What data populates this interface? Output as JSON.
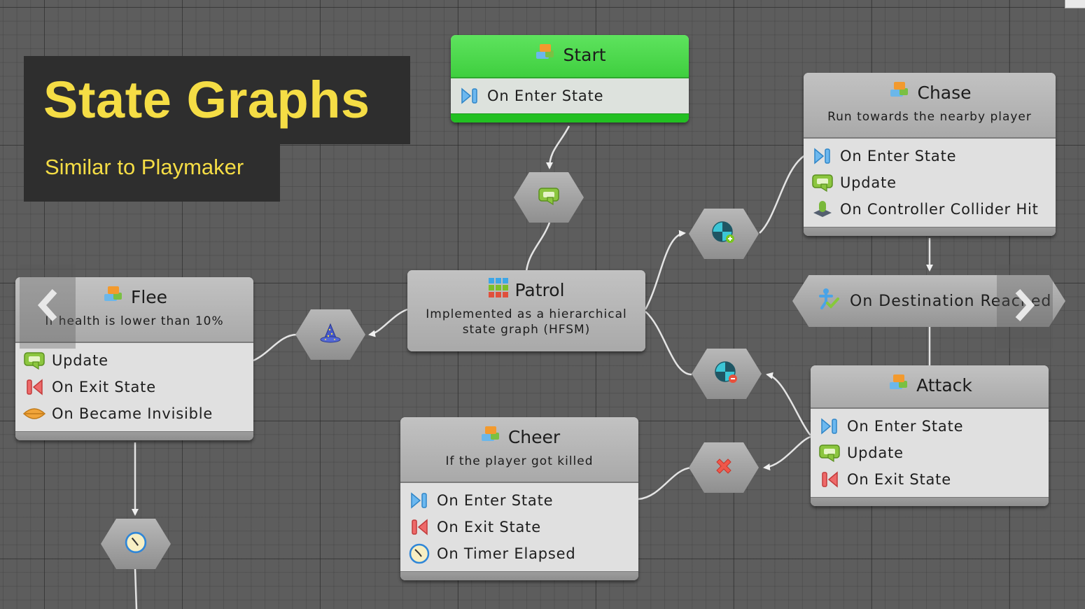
{
  "comment": {
    "title": "State Graphs",
    "subtitle": "Similar to Playmaker",
    "text_color": "#f5dd45"
  },
  "nodes": {
    "start": {
      "title": "Start",
      "icon": "state-blocks-icon",
      "events": [
        {
          "icon": "enter-state-icon",
          "label": "On Enter State"
        }
      ]
    },
    "chase": {
      "title": "Chase",
      "icon": "state-blocks-icon",
      "description": "Run towards the nearby player",
      "events": [
        {
          "icon": "enter-state-icon",
          "label": "On Enter State"
        },
        {
          "icon": "update-icon",
          "label": "Update"
        },
        {
          "icon": "controller-collider-icon",
          "label": "On Controller Collider Hit"
        }
      ]
    },
    "patrol": {
      "title": "Patrol",
      "icon": "hierarchical-grid-icon",
      "description_line1": "Implemented as a hierarchical",
      "description_line2": "state graph (HFSM)"
    },
    "flee": {
      "title": "Flee",
      "icon": "state-blocks-icon",
      "description": "If health is lower than 10%",
      "events": [
        {
          "icon": "update-icon",
          "label": "Update"
        },
        {
          "icon": "exit-state-icon",
          "label": "On Exit State"
        },
        {
          "icon": "became-invisible-icon",
          "label": "On Became Invisible"
        }
      ]
    },
    "attack": {
      "title": "Attack",
      "icon": "state-blocks-icon",
      "events": [
        {
          "icon": "enter-state-icon",
          "label": "On Enter State"
        },
        {
          "icon": "update-icon",
          "label": "Update"
        },
        {
          "icon": "exit-state-icon",
          "label": "On Exit State"
        }
      ]
    },
    "cheer": {
      "title": "Cheer",
      "icon": "state-blocks-icon",
      "description": "If the player got killed",
      "events": [
        {
          "icon": "enter-state-icon",
          "label": "On Enter State"
        },
        {
          "icon": "exit-state-icon",
          "label": "On Exit State"
        },
        {
          "icon": "timer-icon",
          "label": "On Timer Elapsed"
        }
      ]
    }
  },
  "transitions": {
    "start_to_patrol": {
      "icon": "update-icon"
    },
    "patrol_to_chase": {
      "icon": "player-in-range-icon"
    },
    "patrol_to_flee": {
      "icon": "wizard-hat-icon"
    },
    "attack_to_patrol": {
      "icon": "player-out-of-range-icon"
    },
    "attack_to_cheer": {
      "icon": "player-killed-icon"
    },
    "flee_timer": {
      "icon": "timer-icon"
    },
    "chase_to_attack": {
      "icon": "destination-reached-icon",
      "label": "On Destination Reached"
    }
  },
  "navigation": {
    "prev_icon": "chevron-left-icon",
    "next_icon": "chevron-right-icon"
  },
  "colors": {
    "canvas": "#5d5d5d",
    "start_header": "#4fd94f",
    "node_header": "#b4b4b4",
    "node_body": "#e0e0e0",
    "edge": "#e6e6e6"
  }
}
